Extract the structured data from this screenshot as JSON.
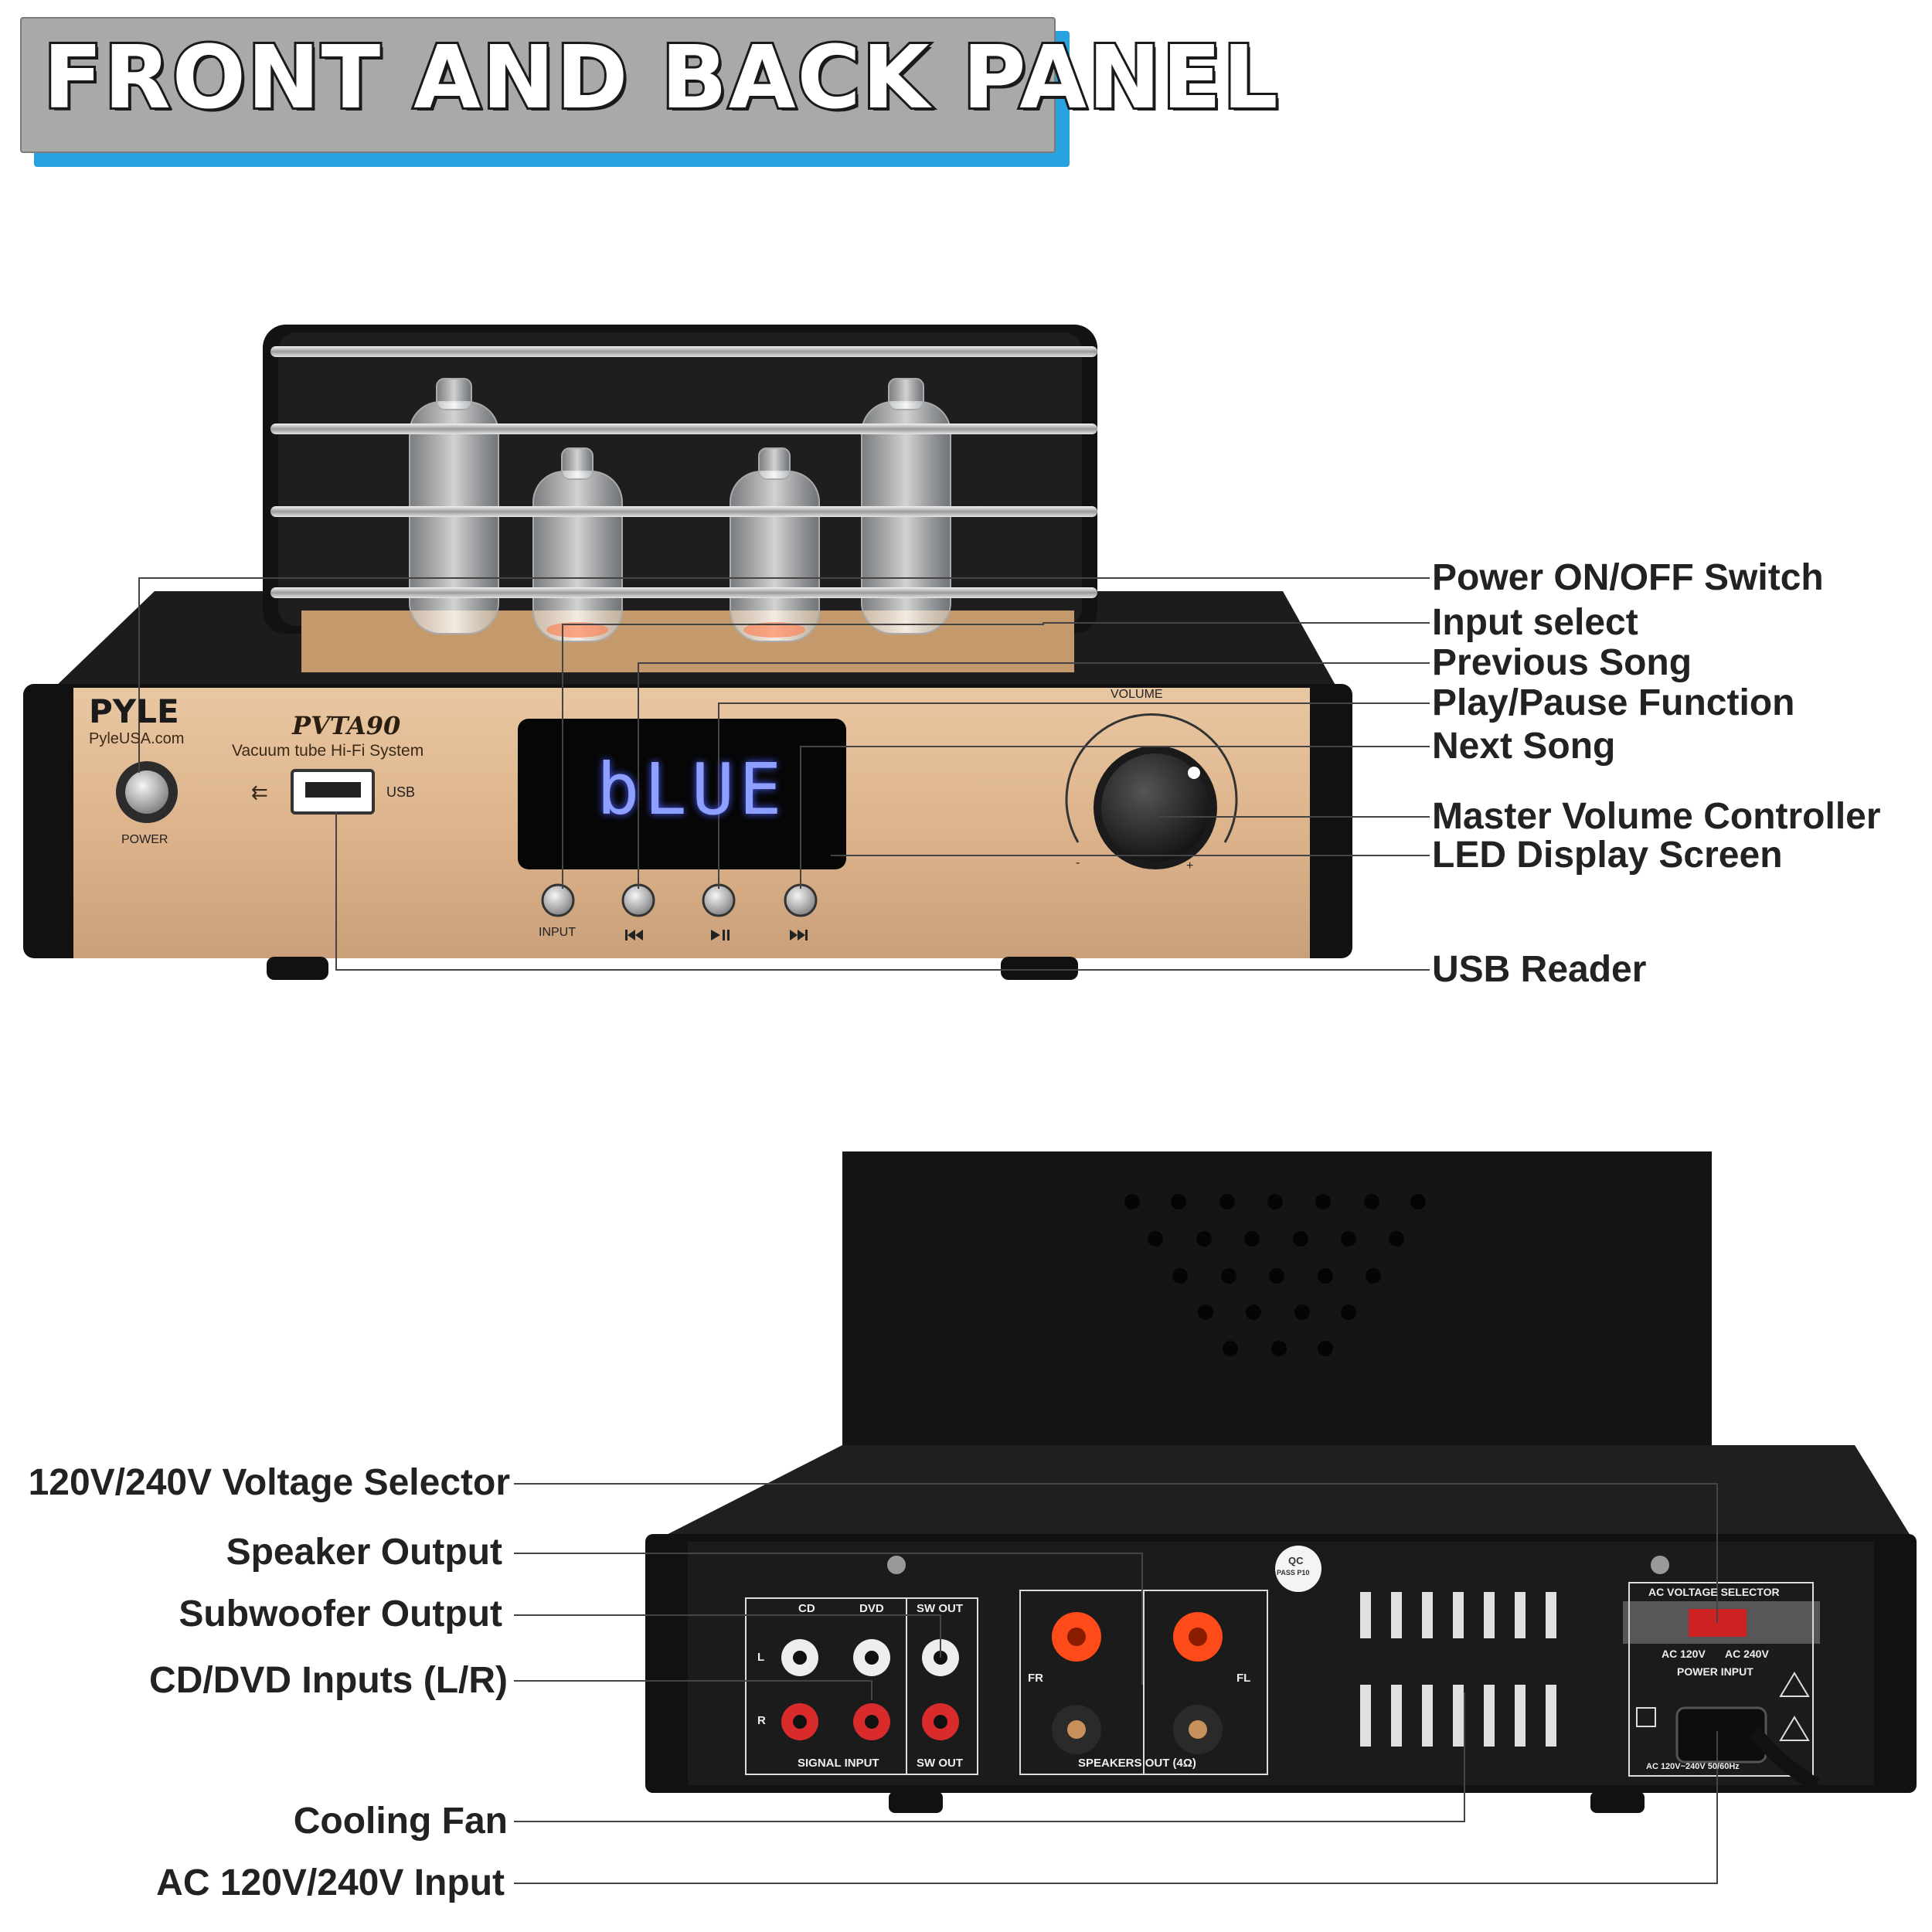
{
  "banner": {
    "title": "FRONT AND BACK PANEL"
  },
  "front_panel": {
    "brand": "PYLE",
    "website": "PyleUSA.com",
    "model": "PVTA90",
    "subtitle": "Vacuum tube Hi-Fi System",
    "power_label": "POWER",
    "usb_label": "USB",
    "display_text": "bLUE",
    "volume_label": "VOLUME",
    "input_label": "INPUT",
    "minus": "-",
    "plus": "+"
  },
  "front_callouts": [
    "Power ON/OFF Switch",
    "Input select",
    "Previous Song",
    "Play/Pause Function",
    "Next Song",
    "Master Volume Controller",
    "LED Display Screen",
    "USB Reader"
  ],
  "back_panel": {
    "cd": "CD",
    "dvd": "DVD",
    "sw_out_top": "SW OUT",
    "sw_out_bottom": "SW OUT",
    "signal_input": "SIGNAL INPUT",
    "left": "L",
    "right": "R",
    "fr": "FR",
    "fl": "FL",
    "speakers_out": "SPEAKERS OUT (4Ω)",
    "qc": "QC",
    "qc_code": "PASS P10",
    "ac_voltage_selector": "AC VOLTAGE SELECTOR",
    "ac_120": "AC 120V",
    "ac_240": "AC 240V",
    "power_input": "POWER INPUT",
    "ac_rating": "AC 120V~240V 50/60Hz"
  },
  "back_callouts": [
    "120V/240V Voltage Selector",
    "Speaker Output",
    "Subwoofer Output",
    "CD/DVD Inputs (L/R)",
    "Cooling Fan",
    "AC 120V/240V Input"
  ]
}
